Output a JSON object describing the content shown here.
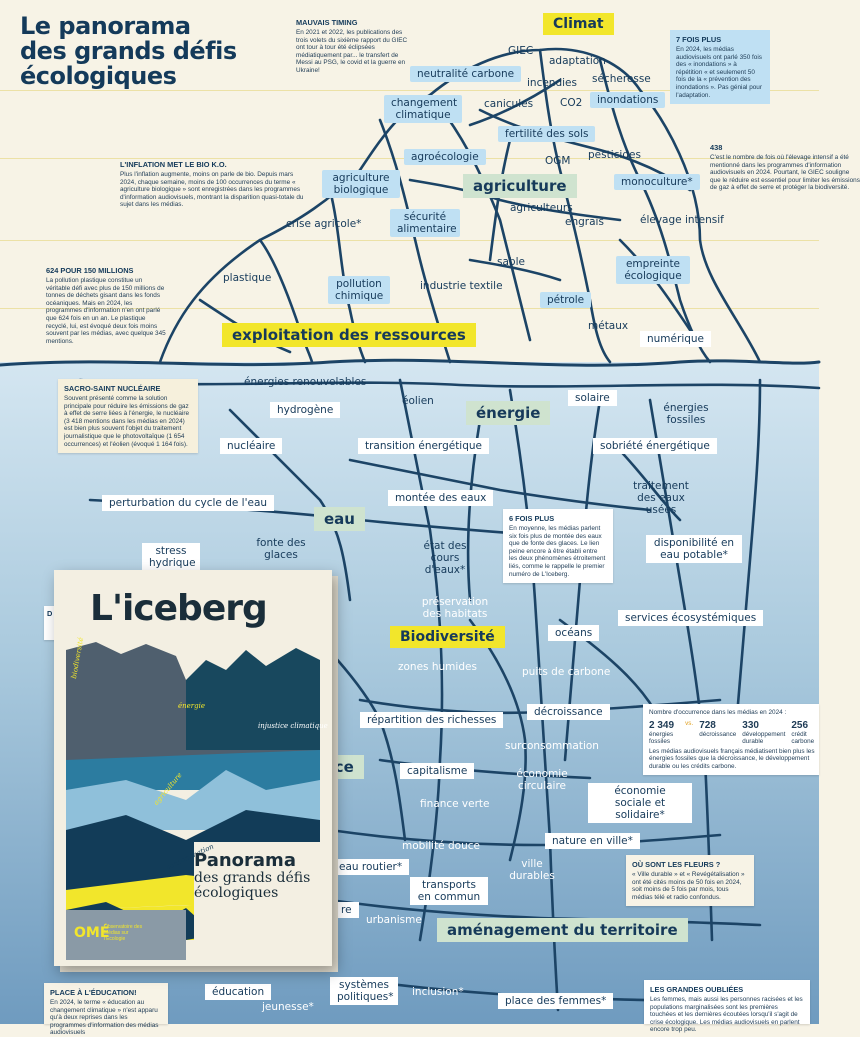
{
  "title_lines": [
    "Le panorama",
    "des grands défis",
    "écologiques"
  ],
  "sections": {
    "climat": "Climat",
    "agriculture": "agriculture",
    "exploitation": "exploitation des ressources",
    "energie": "énergie",
    "eau": "eau",
    "biodiversite": "Biodiversité",
    "finance": "nce",
    "amenagement": "aménagement du territoire"
  },
  "terms": {
    "giec": "GIEC",
    "adaptation": "adaptation",
    "neutralite": "neutralité carbone",
    "incendies": "incendies",
    "secheresse": "sécheresse",
    "changement": "changement climatique",
    "canicules": "canicules",
    "co2": "CO2",
    "inondations": "inondations",
    "fertilite": "fertilité des sols",
    "agroecologie": "agroécologie",
    "ogm": "OGM",
    "pesticides": "pesticides",
    "agri_bio": "agriculture biologique",
    "monoculture": "monoculture*",
    "agriculteurs": "agriculteurs",
    "engrais": "engrais",
    "elevage": "élevage intensif",
    "crise_agricole": "crise agricole*",
    "securite": "sécurité alimentaire",
    "plastique": "plastique",
    "sable": "sable",
    "empreinte": "empreinte écologique",
    "pollution": "pollution chimique",
    "industrie": "industrie textile",
    "petrole": "pétrole",
    "metaux": "métaux",
    "numerique": "numérique",
    "enr": "énergies renouvelables",
    "hydrogene": "hydrogène",
    "eolien": "éolien",
    "solaire": "solaire",
    "fossiles": "énergies fossiles",
    "nucleaire": "nucléaire",
    "transition": "transition énergétique",
    "sobriete": "sobriété énergétique",
    "cycle_eau": "perturbation du cycle de l'eau",
    "montee": "montée des eaux",
    "traitement": "traitement des eaux usées",
    "fonte": "fonte des glaces",
    "stress": "stress hydrique",
    "etat_cours": "état des cours d'eaux*",
    "disponibilite": "disponibilité en eau potable*",
    "preservation": "préservation des habitats",
    "oceans": "océans",
    "services": "services écosystémiques",
    "zones": "zones humides",
    "puits": "puits de carbone",
    "repartition": "répartition des richesses",
    "decroissance": "décroissance",
    "surconsommation": "surconsommation",
    "capitalisme": "capitalisme",
    "eco_circ": "économie circulaire",
    "eco_soc": "économie sociale et solidaire*",
    "finance_verte": "finance verte",
    "mobilite": "mobilité douce",
    "nature": "nature en ville*",
    "reseau": "eau routier*",
    "ville": "ville durables",
    "transports": "transports en commun",
    "urbanisme": "urbanisme",
    "re": "re",
    "education": "éducation",
    "jeunesse": "jeunesse*",
    "systemes": "systèmes politiques*",
    "inclusion": "inclusion*",
    "place": "place des femmes*"
  },
  "notes": {
    "timing": {
      "title": "MAUVAIS TIMING",
      "body": "En 2021 et 2022, les publications des trois volets du sixième rapport du GIEC ont tour à tour été éclipsées médiatiquement par... le transfert de Messi au PSG, le covid et la guerre en Ukraine!"
    },
    "fois7": {
      "title": "7 FOIS PLUS",
      "body": "En 2024, les médias audiovisuels ont parlé 350 fois des « inondations » à répétition « et seulement 50 fois de la « prévention des inondations ». Pas génial pour l'adaptation."
    },
    "n438": {
      "title": "438",
      "body": "C'est le nombre de fois où l'élevage intensif a été mentionné dans les programmes d'information audiovisuels en 2024. Pourtant, le GIEC souligne que le réduire est essentiel pour limiter les émissions de gaz à effet de serre et protéger la biodiversité."
    },
    "bio": {
      "title": "L'INFLATION MET LE BIO K.O.",
      "body": "Plus l'inflation augmente, moins on parle de bio. Depuis mars 2024, chaque semaine, moins de 100 occurrences du terme « agriculture biologique » sont enregistrées dans les programmes d'information audiovisuels, montrant la disparition quasi-totale du sujet dans les médias."
    },
    "plastique": {
      "title": "624 POUR 150 MILLIONS",
      "body": "La pollution plastique constitue un véritable défi avec plus de 150 millions de tonnes de déchets gisant dans les fonds océaniques. Mais en 2024, les programmes d'information n'en ont parlé que 624 fois en un an. Le plastique recyclé, lui, est évoqué deux fois moins souvent par les médias, avec quelque 345 mentions."
    },
    "nucleaire": {
      "title": "SACRO-SAINT NUCLÉAIRE",
      "body": "Souvent présenté comme la solution principale pour réduire les émissions de gaz à effet de serre liées à l'énergie, le nucléaire (3 418 mentions dans les médias en 2024) est bien plus souvent l'objet du traitement journalistique que le photovoltaïque (1 654 occurrences) et l'éolien (évoqué 1 164 fois)."
    },
    "fois6": {
      "title": "6 FOIS PLUS",
      "body": "En moyenne, les médias parlent six fois plus de montée des eaux que de fonte des glaces. Le lien peine encore à être établi entre les deux phénomènes étroitement liés, comme le rappelle le premier numéro de L'Iceberg."
    },
    "occ": {
      "intro": "Nombre d'occurrence dans les médias en 2024 :",
      "stats": [
        {
          "n": "2 349",
          "l": "énergies fossiles"
        },
        {
          "n": "728",
          "l": "décroissance"
        },
        {
          "n": "330",
          "l": "développement durable"
        },
        {
          "n": "256",
          "l": "crédit carbone"
        }
      ],
      "vs": "vs.",
      "body": "Les médias audiovisuels français médiatisent bien plus les énergies fossiles que la décroissance, le développement durable ou les crédits carbone."
    },
    "fleurs": {
      "title": "OÙ SONT LES FLEURS ?",
      "body": "« Ville durable » et « Revégétalisation » ont été cités moins de 50 fois en 2024, soit moins de 5 fois par mois, tous médias télé et radio confondus."
    },
    "education": {
      "title": "PLACE À L'ÉDUCATION!",
      "body": "En 2024, le terme « éducation au changement climatique » n'est apparu qu'à deux reprises dans les programmes d'information des médias audiovisuels"
    },
    "oubliees": {
      "title": "LES GRANDES OUBLIÉES",
      "body": "Les femmes, mais aussi les personnes racisées et les populations marginalisées sont les premières touchées et les dernières écoutées lorsqu'il s'agit de crise écologique. Les médias audiovisuels en parlent encore trop peu."
    },
    "left_fragment": "D"
  },
  "book": {
    "title": "L'iceberg",
    "labels": {
      "biodiversite": "biodiversité",
      "energie": "énergie",
      "justice": "injustice climatique",
      "agriculture": "agriculture",
      "consommation": "consommation"
    },
    "panorama": "Panorama",
    "subtitle": "des grands défis écologiques",
    "ome": "OMÉ",
    "ome_sub": "Observatoire des Médias sur l'Écologie"
  },
  "colors": {
    "sky": "#f7f3e6",
    "sea_top": "#d4e6f1",
    "sea_bottom": "#6f9bbf",
    "ink": "#143a5a",
    "pill": "#bfe0f3",
    "yellow": "#f2e62b",
    "green": "#cfe3cf"
  }
}
